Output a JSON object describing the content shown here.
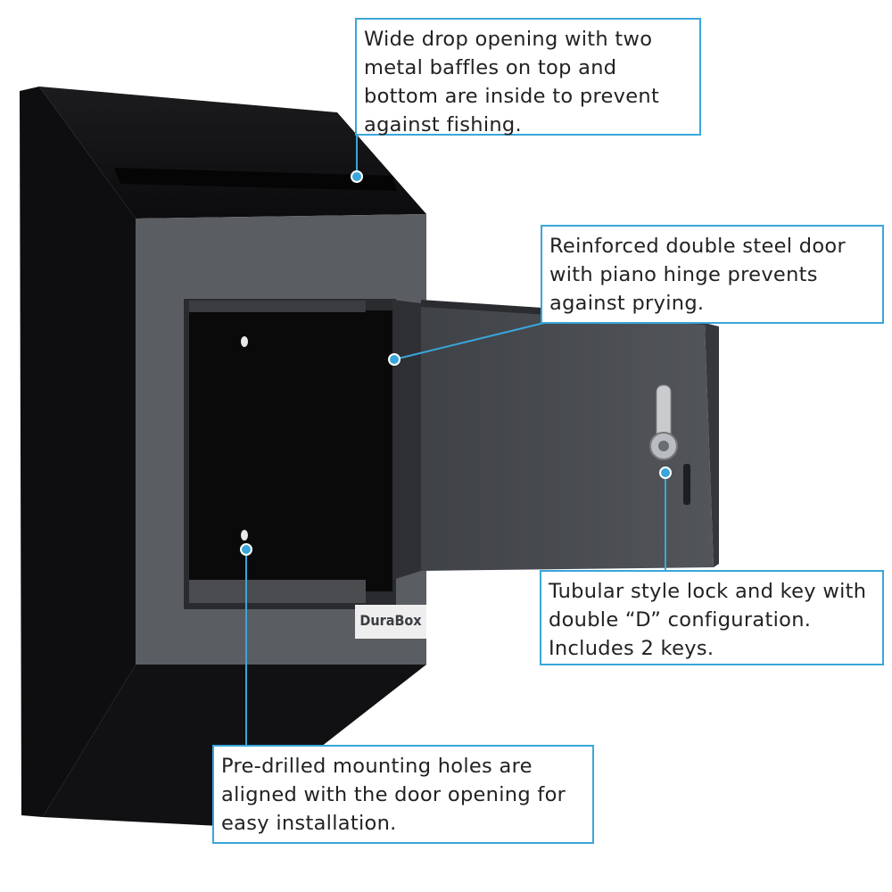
{
  "product": {
    "brand_logo": "DuraBox"
  },
  "callouts": [
    {
      "id": "drop-opening",
      "text": "Wide drop opening with two metal baffles on top and bottom are inside to prevent against fishing."
    },
    {
      "id": "door",
      "text": "Reinforced double steel door with piano hinge prevents against prying."
    },
    {
      "id": "lock",
      "text": "Tubular style lock and key with double “D” configuration. Includes 2 keys."
    },
    {
      "id": "mounting-holes",
      "text": "Pre-drilled mounting holes are aligned with the door opening for easy installation."
    }
  ],
  "colors": {
    "accent": "#3aa6da",
    "box_dark": "#141416",
    "box_face": "#5a5d62",
    "door": "#4b4e53"
  }
}
